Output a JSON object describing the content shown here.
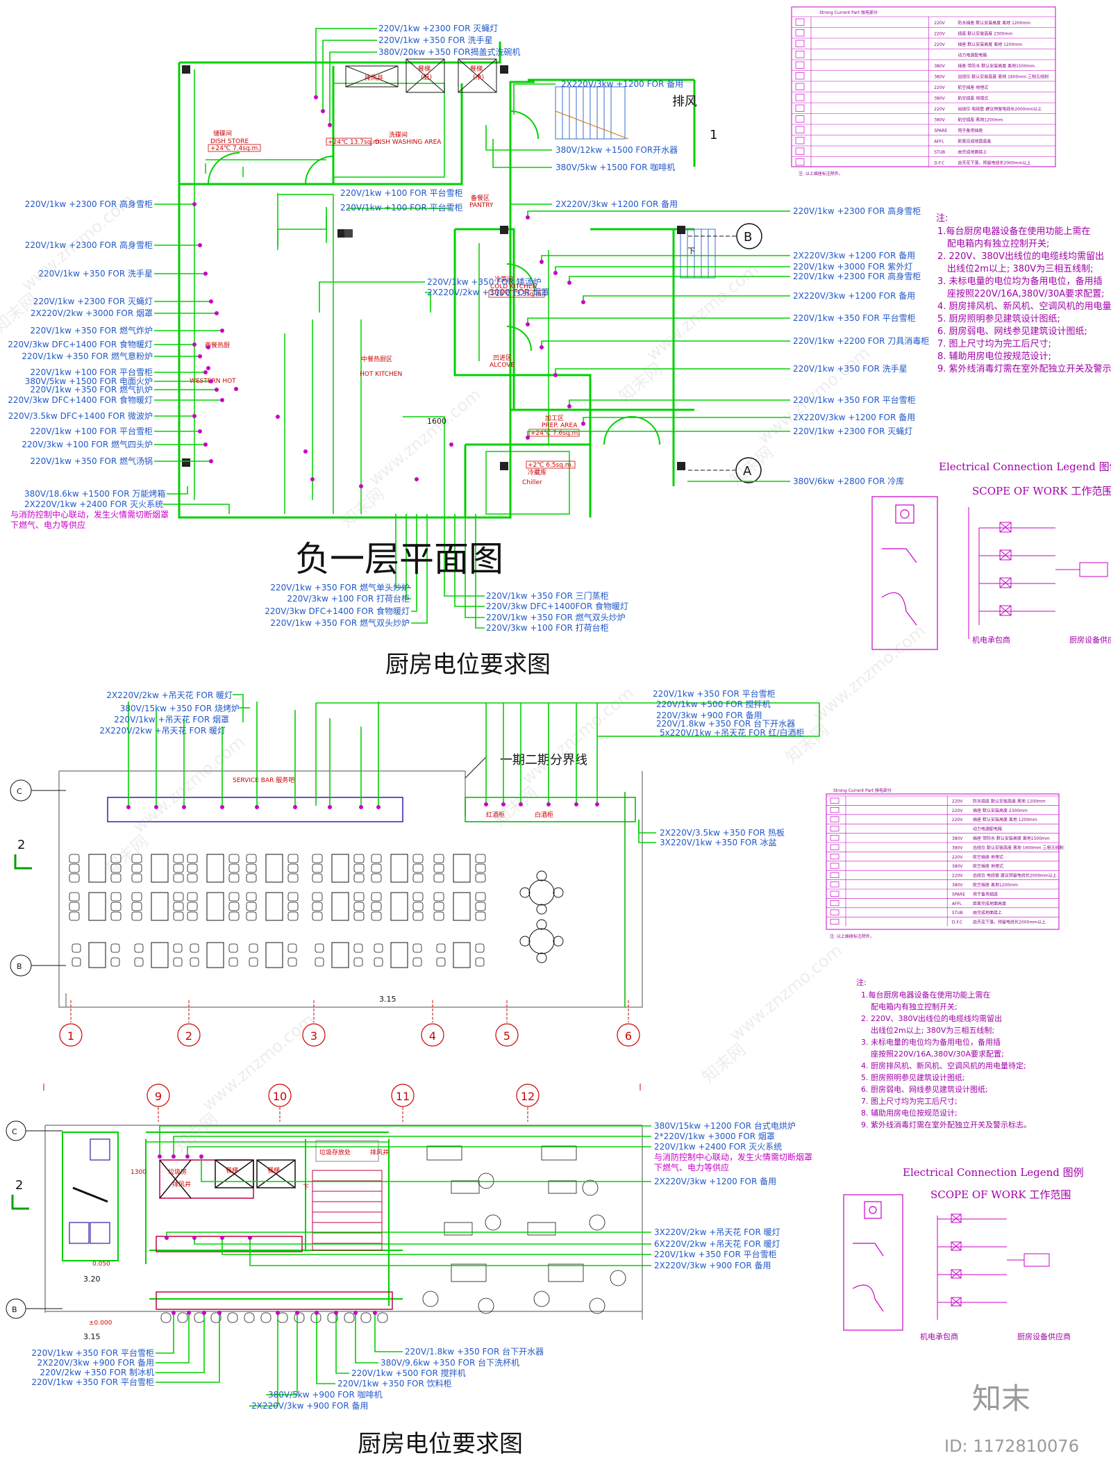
{
  "plan1": {
    "title": "负一层平面图",
    "subtitle": "厨房电位要求图",
    "rooms": {
      "dish_store": "储碟间",
      "dish_store_en": "DISH STORE",
      "dish_store_temp": "+24℃  7.4sq.m.",
      "dish_wash": "洗碟间",
      "dish_wash_en": "DISH WASHING AREA",
      "dish_wash_temp": "+24℃  13.7sq.m.",
      "exhaust": "排风井",
      "elev1": "餐梯",
      "elev1_sub": "(脏)",
      "elev2": "餐梯",
      "elev2_sub": "(净)",
      "pantry": "备餐区",
      "pantry_en": "PANTRY",
      "cold": "冷菜间",
      "cold_en": "COLD KITCHEN",
      "cold_temp": "+18℃  13.3sq.m.",
      "alcove": "凹进区",
      "alcove_en": "ALCOVE",
      "western": "西餐热厨",
      "western_en": "WESTERN HOT",
      "hot": "中餐热厨区",
      "hot_en": "HOT KITCHEN",
      "prep": "加工区",
      "prep_en": "PREP. AREA",
      "prep_temp": "+24℃  7.6sq.m.",
      "chiller": "冷藏库",
      "chiller_en": "Chiller",
      "chiller_temp": "+2℃  6.5sq.m.",
      "stair_text": "排风",
      "stair_num": "1",
      "down": "下",
      "dim_1600": "1600"
    },
    "axis_b": "B",
    "axis_a": "A",
    "labels_top": [
      "220V/1kw +2300 FOR 灭蝇灯",
      "220V/1kw +350 FOR 洗手星",
      "380V/20kw +350 FOR揭盖式洗碗机"
    ],
    "labels_left": [
      "220V/1kw +2300 FOR 高身雪柜",
      "220V/1kw +2300 FOR 高身雪柜",
      "220V/1kw +350 FOR 洗手星",
      "220V/1kw +2300 FOR 灭蝇灯",
      "2X220V/2kw +3000 FOR 烟罩",
      "220V/1kw +350 FOR 燃气炸炉",
      "220V/3kw DFC+1400 FOR 食物暖灯",
      "220V/1kw +350 FOR 燃气意粉炉",
      "220V/1kw +100 FOR 平台雪柜",
      "380V/5kw +1500 FOR 电面火炉",
      "220V/1kw +350 FOR 燃气扒炉",
      "220V/3kw DFC+1400 FOR 食物暖灯",
      "220V/3.5kw DFC+1400 FOR 微波炉",
      "220V/1kw +100 FOR 平台雪柜",
      "220V/3kw +100 FOR 燃气四头炉",
      "220V/1kw +350 FOR 燃气汤锅"
    ],
    "labels_left_bottom": [
      "380V/18.6kw +1500 FOR 万能烤箱",
      "2X220V/1kw +2400 FOR 灭火系统",
      "与消防控制中心联动，发生火情需切断烟罩",
      "下燃气、电力等供应"
    ],
    "labels_mid": [
      "220V/1kw +100 FOR 平台雪柜",
      "220V/1kw +100 FOR 平台雪柜",
      "220V/1kw +350 FOR 矮汤炉",
      "2X220V/2kw +3000 FOR 烟罩"
    ],
    "labels_right": [
      "2X220V/3kw +1200 FOR 备用",
      "380V/12kw +1500 FOR开水器",
      "380V/5kw +1500 FOR 咖啡机",
      "2X220V/3kw +1200 FOR 备用",
      "220V/1kw +2300 FOR 高身雪柜",
      "2X220V/3kw +1200 FOR 备用",
      "220V/1kw +3000 FOR 紫外灯",
      "220V/1kw +2300 FOR 高身雪柜",
      "2X220V/3kw +1200 FOR 备用",
      "220V/1kw +350 FOR 平台雪柜",
      "220V/1kw +2200 FOR 刀具消毒柜",
      "220V/1kw +350 FOR 洗手星",
      "220V/1kw +350 FOR 平台雪柜",
      "2X220V/3kw +1200 FOR 备用",
      "220V/1kw +2300 FOR 灭蝇灯",
      "380V/6kw +2800 FOR 冷库"
    ],
    "labels_bottom_left": [
      "220V/1kw +350 FOR 燃气单头炒炉",
      "220V/3kw +100 FOR 打荷台柜",
      "220V/3kw DFC+1400 FOR 食物暖灯",
      "220V/1kw +350 FOR 燃气双头炒炉"
    ],
    "labels_bottom_right": [
      "220V/1kw +350 FOR 三门蒸柜",
      "220V/3kw DFC+1400FOR 食物暖灯",
      "220V/1kw +350 FOR 燃气双头炒炉",
      "220V/3kw +100 FOR 打荷台柜"
    ]
  },
  "notes": {
    "head": "注:",
    "items": [
      "1.每台厨房电器设备在使用功能上需在",
      "配电箱内有独立控制开关;",
      "2. 220V、380V出线位的电缆线均需留出",
      "出线位2m以上; 380V为三相五线制;",
      "3. 未标电量的电位均为备用电位，备用插",
      "座按照220V/16A,380V/30A要求配置;",
      "4. 厨房排风机、新风机、空调风机的用电量待定;",
      "5. 厨房照明参见建筑设计图纸;",
      "6. 厨房弱电、网线参见建筑设计图纸;",
      "7. 图上尺寸均为完工后尺寸;",
      "8. 辅助用房电位按规范设计;",
      "9. 紫外线消毒灯需在室外配独立开关及警示标志。"
    ],
    "legend_title": "Electrical Connection Legend 图例",
    "scope_title": "SCOPE OF WORK 工作范围",
    "contractor": "机电承包商",
    "supplier": "厨房设备供应商",
    "table_head": "Strong Current Part 强电部分",
    "table_foot": "注: 以上插座标注除外。",
    "table_rows": [
      [
        "220V",
        "防水插座 默认安装高度 离地 1200mm"
      ],
      [
        "220V",
        "插座 默认安装高度 2300mm"
      ],
      [
        "220V",
        "插座 默认安装高度 离地 1200mm"
      ],
      [
        "",
        "动力电源配电箱"
      ],
      [
        "380V",
        "插座 带防水 默认安装高度 离地1500mm"
      ],
      [
        "380V",
        "出线位 默认安装高度 离地 1600mm 三相五线制"
      ],
      [
        "220V",
        "航空插座 地埋式"
      ],
      [
        "380V",
        "航空插座 地埋式"
      ],
      [
        "220V",
        "出线位 电线管 建议预留电线长2000mm以上"
      ],
      [
        "380V",
        "航空插座 离地1200mm"
      ],
      [
        "SPARE",
        "用于备用插座"
      ],
      [
        "AFFL",
        "距离完成地面高度"
      ],
      [
        "STUB",
        "由完成地面接上"
      ],
      [
        "D.F.C",
        "由天花下落，预留电线长2000mm以上"
      ]
    ]
  },
  "plan2": {
    "title": "厨房电位要求图",
    "phase_line": "一期二期分界线",
    "bar_label": "SERVICE BAR  服务吧",
    "level": "3.15",
    "axis_c": "C",
    "axis_b": "B",
    "axis_2": "2",
    "cols": [
      "1",
      "2",
      "3",
      "4",
      "5",
      "6"
    ],
    "labels_top": [
      "2X220V/2kw +吊天花 FOR 暖灯",
      "380V/15kw +350 FOR 烧烤炉",
      "220V/1kw +吊天花 FOR 烟罩",
      "2X220V/2kw +吊天花 FOR 暖灯",
      "220V/1kw +350 FOR 平台雪柜",
      "220V/1kw +500 FOR 搅拌机",
      "220V/3kw +900 FOR 备用",
      "220V/1.8kw +350 FOR 台下开水器",
      "5x220V/1kw +吊天花 FOR 红/白酒柜"
    ],
    "labels_right": [
      "2X220V/3.5kw +350 FOR 热板",
      "3X220V/1kw +350 FOR 冰盆"
    ],
    "small_texts": [
      "红酒柜",
      "白酒柜"
    ]
  },
  "plan3": {
    "title": "厨房电位要求图",
    "cols": [
      "9",
      "10",
      "11",
      "12"
    ],
    "axis_c": "C",
    "axis_b": "B",
    "axis_2": "2",
    "levels": [
      "0.050",
      "3.20",
      "±0.000",
      "3.15"
    ],
    "dim": "1300",
    "room_texts": [
      "垃圾房",
      "排风井",
      "餐梯",
      "餐梯",
      "垃圾存放处",
      "排风井",
      "下"
    ],
    "labels_right": [
      "380V/15kw +1200 FOR 台式电烘炉",
      "2*220V/1kw +3000 FOR 烟罩",
      "220V/1kw +2400 FOR 灭火系统",
      "与消防控制中心联动，发生火情需切断烟罩",
      "下燃气、电力等供应",
      "2X220V/3kw +1200 FOR 备用",
      "3X220V/2kw +吊天花 FOR 暖灯",
      "6X220V/2kw +吊天花 FOR 暖灯",
      "220V/1kw +350 FOR 平台雪柜",
      "2X220V/3kw +900 FOR 备用"
    ],
    "labels_bottom": [
      "220V/1kw +350 FOR 平台雪柜",
      "2X220V/3kw +900 FOR 备用",
      "220V/2kw +350 FOR 制冰机",
      "220V/1kw +350 FOR 平台雪柜",
      "220V/1.8kw +350 FOR 台下开水器",
      "380V/9.6kw +350 FOR 台下洗杯机",
      "220V/1kw +500 FOR 搅拌机",
      "220V/1kw +350 FOR 饮料柜",
      "380V/5kw +900 FOR 咖啡机",
      "2X220V/3kw +900 FOR 备用"
    ]
  },
  "watermark": {
    "brand": "知末",
    "id": "ID: 1172810076",
    "site": "www.znzmo.com",
    "site_cn": "知末网"
  }
}
